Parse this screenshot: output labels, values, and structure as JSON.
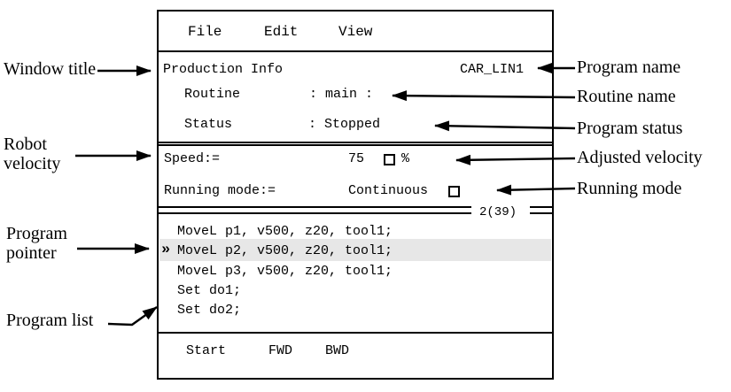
{
  "window": {
    "menu": {
      "items": [
        {
          "label": "File"
        },
        {
          "label": "Edit"
        },
        {
          "label": "View"
        }
      ]
    },
    "info": {
      "title": "Production Info",
      "program_name": "CAR_LIN1",
      "routine_label": "Routine",
      "routine_value": ": main :",
      "status_label": "Status",
      "status_value": ": Stopped"
    },
    "speed": {
      "label": "Speed:=",
      "value": "75",
      "unit": "%",
      "running_label": "Running mode:=",
      "running_value": "Continuous"
    },
    "list": {
      "position_indicator": "2(39)",
      "pointer_symbol": "»",
      "pointer_row_index": 1,
      "lines": [
        "MoveL p1, v500, z20, tool1;",
        "MoveL p2, v500, z20, tool1;",
        "MoveL p3, v500, z20, tool1;",
        "Set do1;",
        "Set do2;"
      ]
    },
    "softkeys": [
      {
        "label": "Start"
      },
      {
        "label": "FWD"
      },
      {
        "label": "BWD"
      }
    ]
  },
  "annotations": {
    "left": [
      {
        "label": "Window title"
      },
      {
        "label": "Robot velocity"
      },
      {
        "label": "Program pointer"
      },
      {
        "label": "Program list"
      }
    ],
    "right": [
      {
        "label": "Program name"
      },
      {
        "label": "Routine name"
      },
      {
        "label": "Program status"
      },
      {
        "label": "Adjusted velocity"
      },
      {
        "label": "Running mode"
      }
    ]
  },
  "colors": {
    "ink": "#000000",
    "background": "#ffffff",
    "highlight_row": "#e7e7e7"
  }
}
